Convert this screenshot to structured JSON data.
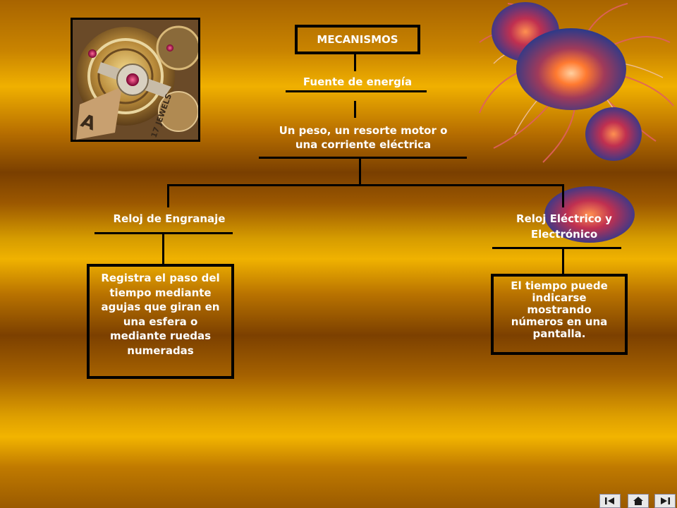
{
  "diagram": {
    "root": "MECANISMOS",
    "level1": "Fuente de energía",
    "level2_line1": "Un peso, un resorte motor o",
    "level2_line2": "una corriente eléctrica",
    "left_branch": "Reloj de Engranaje",
    "right_branch_line1": "Reloj Eléctrico y",
    "right_branch_line2": "Electrónico",
    "left_desc": "Registra el paso del tiempo mediante agujas que giran en una esfera o mediante ruedas numeradas",
    "right_desc": "El tiempo puede indicarse mostrando números en una pantalla."
  },
  "photo": {
    "engraving": "17 JEWELS"
  },
  "nav": {
    "icons": [
      "skip-back-icon",
      "home-icon",
      "skip-forward-icon"
    ]
  },
  "colors": {
    "text": "#ffffff",
    "lines": "#000000",
    "background": "#d89a00"
  }
}
